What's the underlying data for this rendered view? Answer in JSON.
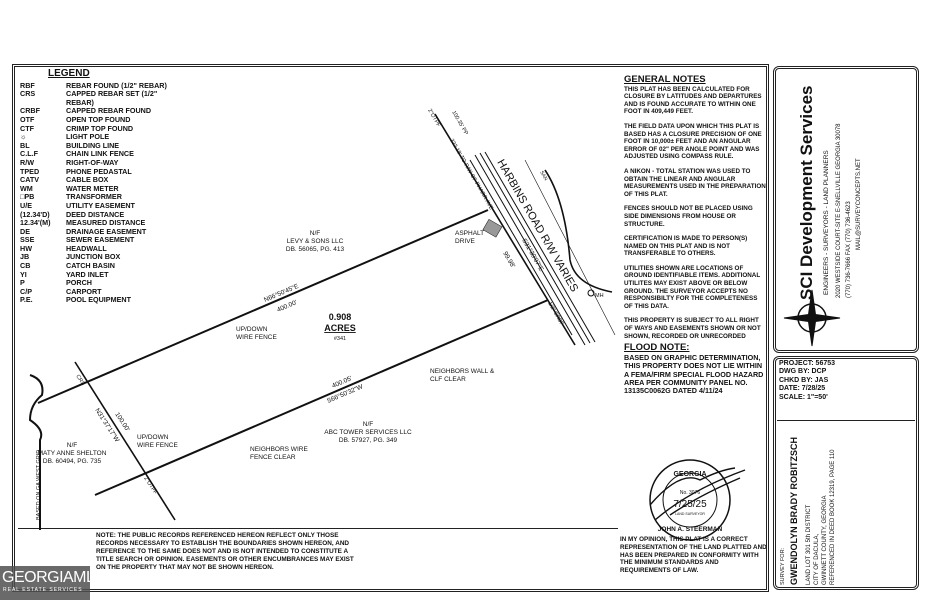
{
  "legend": {
    "title": "LEGEND",
    "items": [
      [
        "RBF",
        "REBAR FOUND (1/2\" REBAR)"
      ],
      [
        "CRS",
        "CAPPED REBAR SET (1/2\" REBAR)"
      ],
      [
        "CRBF",
        "CAPPED REBAR FOUND"
      ],
      [
        "OTF",
        "OPEN TOP FOUND"
      ],
      [
        "CTF",
        "CRIMP TOP FOUND"
      ],
      [
        "☼",
        "LIGHT POLE"
      ],
      [
        "BL",
        "BUILDING LINE"
      ],
      [
        "C.L.F",
        "CHAIN LINK FENCE"
      ],
      [
        "R/W",
        "RIGHT-OF-WAY"
      ],
      [
        "TPED",
        "PHONE PEDASTAL"
      ],
      [
        "CATV",
        "CABLE BOX"
      ],
      [
        "WM",
        "WATER METER"
      ],
      [
        "□PB",
        "TRANSFORMER"
      ],
      [
        "U/E",
        "UTILITY EASEMENT"
      ],
      [
        "(12.34'D)",
        "DEED DISTANCE"
      ],
      [
        "12.34'(M)",
        "MEASURED DISTANCE"
      ],
      [
        "DE",
        "DRAINAGE EASEMENT"
      ],
      [
        "SSE",
        "SEWER EASEMENT"
      ],
      [
        "HW",
        "HEADWALL"
      ],
      [
        "JB",
        "JUNCTION BOX"
      ],
      [
        "CB",
        "CATCH BASIN"
      ],
      [
        "YI",
        "YARD INLET"
      ],
      [
        "P",
        "PORCH"
      ],
      [
        "C/P",
        "CARPORT"
      ],
      [
        "P.E.",
        "POOL EQUIPMENT"
      ]
    ]
  },
  "general_notes": {
    "title": "GENERAL NOTES",
    "paragraphs": [
      "THIS PLAT HAS BEEN CALCULATED FOR CLOSURE BY LATITUDES AND DEPARTURES AND IS FOUND ACCURATE TO WITHIN ONE FOOT IN 409,449 FEET.",
      "THE FIELD DATA UPON WHICH THIS PLAT IS BASED HAS A CLOSURE PRECISION OF ONE FOOT IN 10,000± FEET AND AN ANGULAR ERROR OF 02\" PER ANGLE POINT AND WAS ADJUSTED USING COMPASS RULE.",
      "A NIKON - TOTAL STATION WAS USED TO OBTAIN THE LINEAR AND ANGULAR MEASUREMENTS USED IN THE PREPARATION OF THIS PLAT.",
      "FENCES SHOULD NOT BE PLACED USING SIDE DIMENSIONS FROM HOUSE OR STRUCTURE.",
      "CERTIFICATION IS MADE TO PERSON(S) NAMED ON THIS PLAT AND IS NOT TRANSFERABLE TO OTHERS.",
      "UTILITIES SHOWN ARE LOCATIONS OF GROUND IDENTIFIABLE ITEMS. ADDITIONAL UTILITES MAY EXIST ABOVE OR BELOW GROUND. THE SURVEYOR ACCEPTS NO RESPONSIBILTY FOR THE COMPLETENESS OF THIS DATA.",
      "THIS PROPERTY IS SUBJECT TO ALL RIGHT OF WAYS AND EASEMENTS SHOWN OR NOT SHOWN, RECORDED OR UNRECORDED"
    ]
  },
  "flood_note": {
    "title": "FLOOD NOTE:",
    "text": "BASED ON GRAPHIC DETERMINATION, THIS PROPERTY DOES NOT LIE WITHIN A FEMA/FIRM SPECIAL FLOOD HAZARD AREA PER COMMUNITY PANEL NO. 13135C0062G DATED 4/11/24"
  },
  "records_note": "NOTE: THE PUBLIC RECORDS REFERENCED HEREON REFLECT ONLY THOSE RECORDS NECESSARY TO ESTABLISH THE BOUNDARIES SHOWN HEREON, AND REFERENCE TO THE SAME DOES NOT AND IS NOT INTENDED TO CONSTITUTE A TITLE SEARCH OR OPINION. EASEMENTS OR OTHER ENCUMBRANCES MAY EXIST ON THE PROPERTY THAT MAY NOT BE SHOWN HEREON.",
  "opinion": "IN MY OPINION, THIS PLAT IS A CORRECT REPRESENTATION OF THE LAND PLATTED AND HAS BEEN PREPARED IN CONFORMITY WITH THE MINIMUM STANDARDS AND REQUIREMENTS OF LAW.",
  "seal": {
    "state": "GEORGIA",
    "no": "No. 3076",
    "date": "7/25/25",
    "name": "JOHN A. STEERMAN",
    "role": "LAND SURVEYOR"
  },
  "plat": {
    "acres": "0.908",
    "acres_label": "ACRES",
    "lot_no": "#341",
    "north_owner": [
      "N/F",
      "LEVY & SONS LLC",
      "DB. 56065, PG. 413"
    ],
    "south_owner": [
      "N/F",
      "ABC TOWER SERVICES LLC",
      "DB. 57927, PG. 349"
    ],
    "west_owner": [
      "N/F",
      "MATY ANNE SHELTON",
      "DB. 60494, PG. 735"
    ],
    "north_bearing": "N66°50'45\"E",
    "north_dist": "400.00'",
    "south_bearing": "S66°50'32\"W",
    "south_dist": "400.05'",
    "west_bearing": "N31°37'17\"W",
    "west_dist": "100.00'",
    "road_bearing": "S31°39'07\"E",
    "road_dist": "99.98'",
    "road_name": "HARBINS ROAD R/W VARIES",
    "asphalt": "ASPHALT DRIVE",
    "crs": "CRS",
    "otpf": "2\"OTPF",
    "crbf": "1/2\" CRBF",
    "tie": "332.18' TO R/W OF PHARR AVE",
    "pp": "100.35' PP",
    "mh": "MH",
    "fence1": "UP/DOWN WIRE FENCE",
    "fence2": "UP/DOWN WIRE FENCE",
    "nb_wire": "NEIGHBORS WIRE FENCE CLEAR",
    "nb_wall": "NEIGHBORS WALL & CLF CLEAR",
    "north_arrow": "BASED ON GA WEST GRID",
    "san": "SAN"
  },
  "company": {
    "name": "SCI Development Services",
    "tagline": "ENGINEERS - SURVEYORS - LAND PLANNERS",
    "address": "2020 WESTSIDE COURT-SITE E-SNELLVILLE GEORGIA 30078",
    "phone": "(770) 736-7666   FAX (770) 736-4623",
    "email": "MAIL@SURVEYCONCEPTS.NET"
  },
  "project": {
    "project": "PROJECT: 56753",
    "dwg": "DWG BY:  DCP",
    "chkd": "CHKD BY: JAS",
    "date": "DATE:  7/28/25",
    "scale": "SCALE: 1\"=50'"
  },
  "survey_for": {
    "label": "SURVEY FOR:",
    "name": "GWENDOLYN BRADY ROBITZSCH",
    "line1": "LAND LOT 301   5th DISTRICT",
    "line2": "CITY OF DACULA,",
    "line3": "GWINNETT COUNTY, GEORGIA",
    "line4": "REFERENCED IN DEED BOOK 12319, PAGE 110"
  },
  "watermark": {
    "name": "GEORGIAMLS",
    "sub": "REAL ESTATE SERVICES"
  }
}
